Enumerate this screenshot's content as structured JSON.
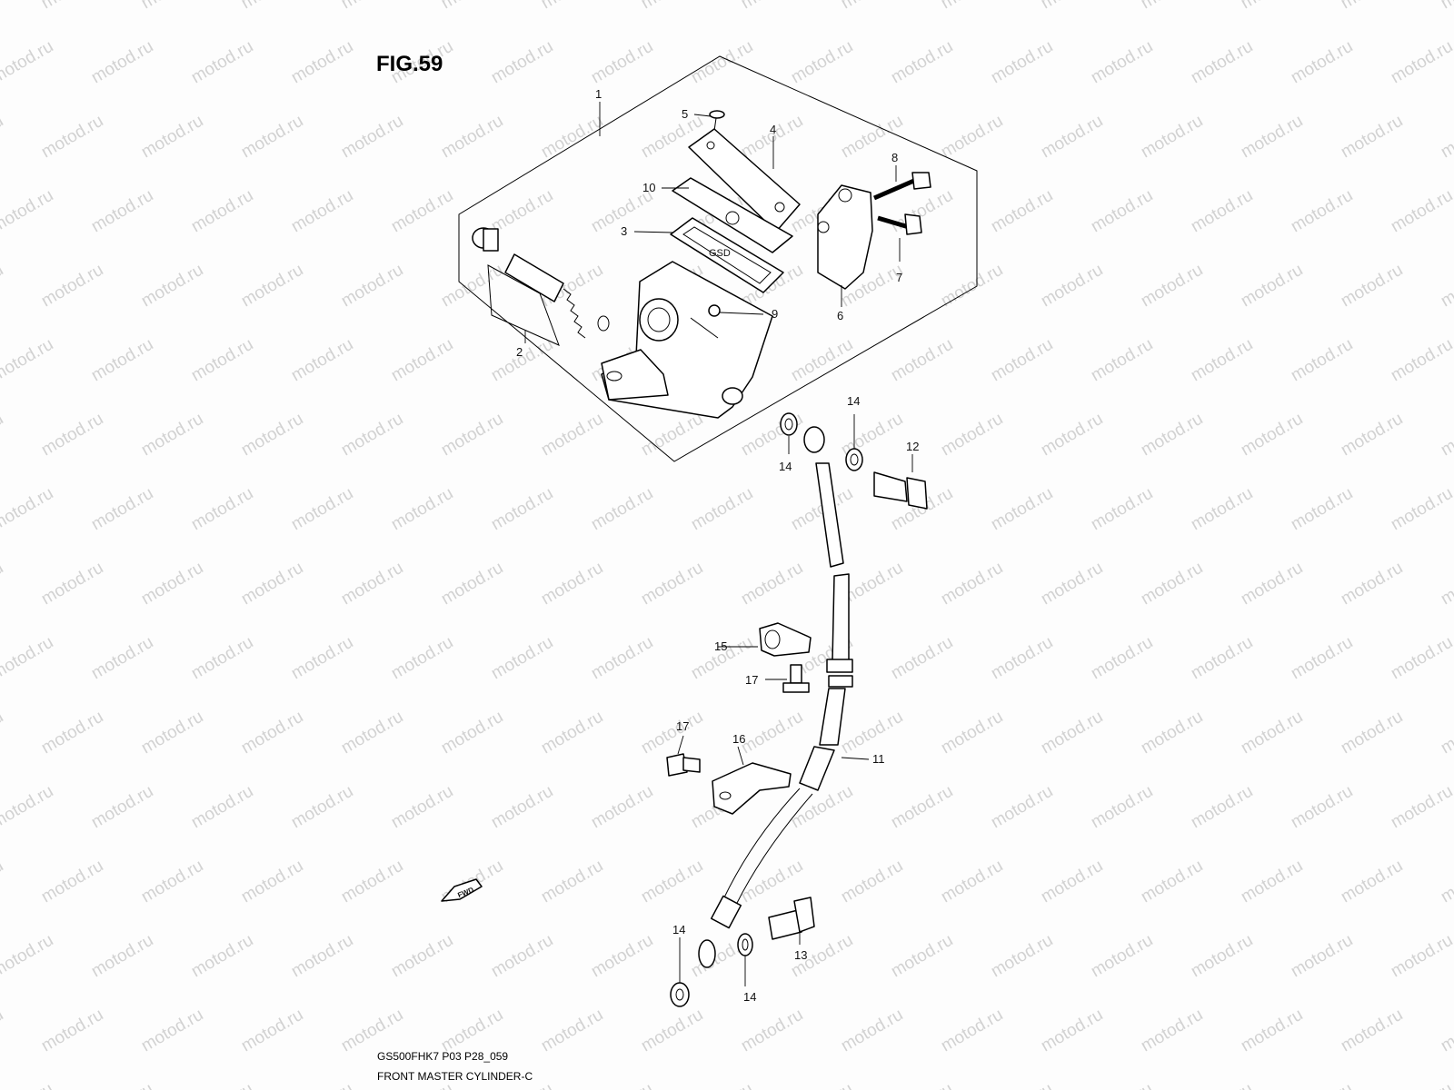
{
  "figure": {
    "title": "FIG.59",
    "model_code": "GS500FHK7 P03 P28_059",
    "caption": "FRONT MASTER CYLINDER-C",
    "watermark": "motod.ru",
    "direction_badge": "FWD"
  },
  "callouts": [
    {
      "id": "c1",
      "text": "1"
    },
    {
      "id": "c2",
      "text": "2"
    },
    {
      "id": "c3",
      "text": "3"
    },
    {
      "id": "c4",
      "text": "4"
    },
    {
      "id": "c5",
      "text": "5"
    },
    {
      "id": "c6",
      "text": "6"
    },
    {
      "id": "c7",
      "text": "7"
    },
    {
      "id": "c8",
      "text": "8"
    },
    {
      "id": "c9",
      "text": "9"
    },
    {
      "id": "c10",
      "text": "10"
    },
    {
      "id": "c11",
      "text": "11"
    },
    {
      "id": "c12",
      "text": "12"
    },
    {
      "id": "c13",
      "text": "13"
    },
    {
      "id": "c14a",
      "text": "14"
    },
    {
      "id": "c14b",
      "text": "14"
    },
    {
      "id": "c14c",
      "text": "14"
    },
    {
      "id": "c14d",
      "text": "14"
    },
    {
      "id": "c15",
      "text": "15"
    },
    {
      "id": "c16",
      "text": "16"
    },
    {
      "id": "c17a",
      "text": "17"
    },
    {
      "id": "c17b",
      "text": "17"
    }
  ]
}
